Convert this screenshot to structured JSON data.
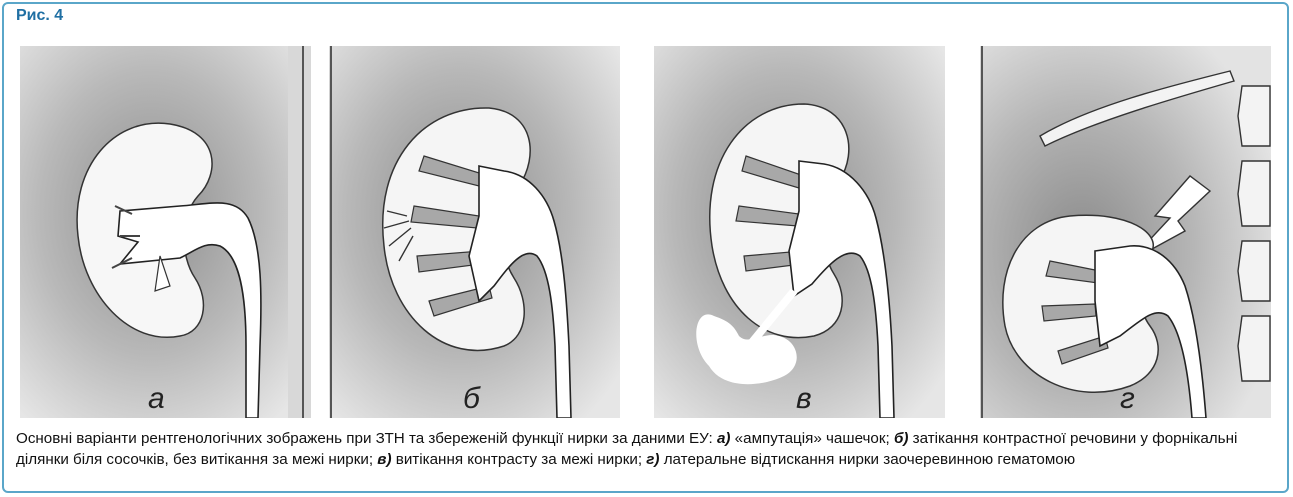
{
  "figure": {
    "label": "Рис. 4",
    "accent_color": "#5aa6c9",
    "label_color": "#1f6fa3"
  },
  "panels": [
    {
      "letter": "а"
    },
    {
      "letter": "б"
    },
    {
      "letter": "в"
    },
    {
      "letter": "г"
    }
  ],
  "caption": {
    "intro": "Основні варіанти рентгенологічних зображень при ЗТН та збереженій функції нирки за даними ЕУ: ",
    "a_marker": "а)",
    "a_text": " «ампутація» чашечок; ",
    "b_marker": "б)",
    "b_text": " затікання контрастної речовини у форнікальні ділянки біля сосочків, без витікання за межі нирки; ",
    "c_marker": "в)",
    "c_text": " витікання контрасту за межі нирки; ",
    "d_marker": "г)",
    "d_text": " латеральне відтискання нирки заочеревинною гематомою"
  }
}
